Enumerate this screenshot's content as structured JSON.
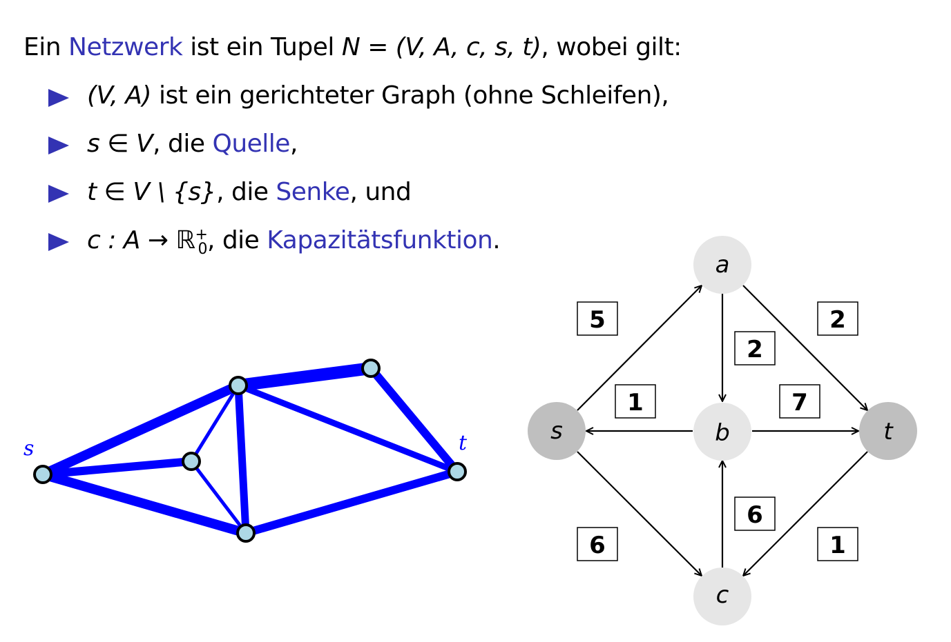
{
  "intro": {
    "pre": "Ein ",
    "term": "Netzwerk",
    "post": " ist ein Tupel ",
    "math": "N = (V, A, c, s, t)",
    "end": ", wobei gilt:"
  },
  "bullets": [
    {
      "math": "(V, A)",
      "text": " ist ein gerichteter Graph (ohne Schleifen),"
    },
    {
      "math": "s ∈ V",
      "text": ", die ",
      "term": "Quelle",
      "end": ","
    },
    {
      "math": "t ∈ V \\ {s}",
      "text": ", die ",
      "term": "Senke",
      "end": ", und"
    },
    {
      "math": "c : A → ℝ",
      "sup": "+",
      "sub": "0",
      "text": ", die ",
      "term": "Kapazitätsfunktion",
      "end": "."
    }
  ],
  "left_graph": {
    "source_label": "s",
    "sink_label": "t"
  },
  "right_graph": {
    "nodes": {
      "a": "a",
      "s": "s",
      "b": "b",
      "t": "t",
      "c": "c"
    },
    "capacities": {
      "s_a": "5",
      "a_t": "2",
      "a_b": "2",
      "b_s": "1",
      "b_t": "7",
      "s_c": "6",
      "c_b": "6",
      "t_c": "1"
    }
  },
  "colors": {
    "accent": "#3333b3",
    "edge": "#0000ff",
    "node_fill": "#add8e6",
    "node_light": "#e6e6e6",
    "node_dark": "#bfbfbf"
  }
}
